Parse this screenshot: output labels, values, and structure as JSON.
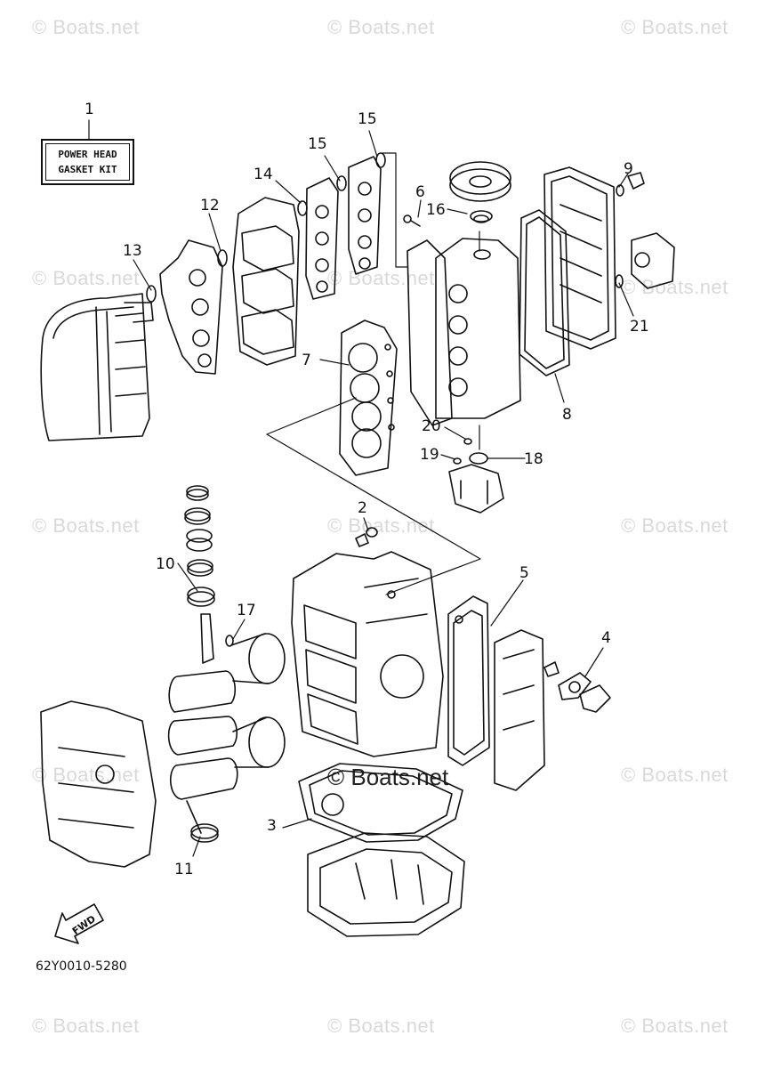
{
  "watermark": {
    "text": "© Boats.net",
    "center_text": "© Boats.net"
  },
  "kit_label": {
    "line1": "POWER HEAD",
    "line2": "GASKET KIT"
  },
  "callouts": [
    "1",
    "2",
    "3",
    "4",
    "5",
    "6",
    "7",
    "8",
    "9",
    "10",
    "11",
    "12",
    "13",
    "14",
    "15",
    "15",
    "16",
    "17",
    "18",
    "19",
    "20",
    "21"
  ],
  "fwd_label": "FWD",
  "diagram_code": "62Y0010-5280"
}
